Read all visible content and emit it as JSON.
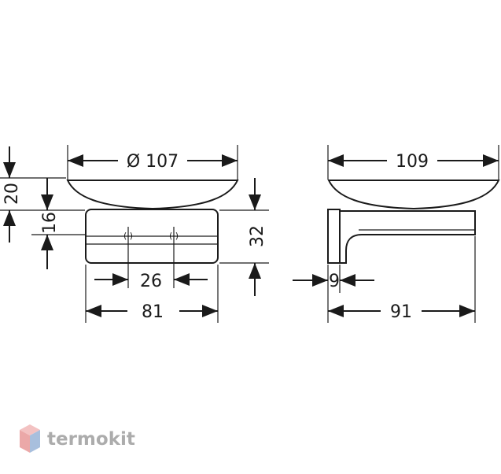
{
  "drawing": {
    "front_view": {
      "diameter_top": "Ø 107",
      "bracket_width": "81",
      "holes_spacing": "26",
      "overall_height": "20",
      "dish_to_bracket": "16",
      "bracket_height": "32"
    },
    "side_view": {
      "dish_width": "109",
      "wall_plate": "9",
      "projection": "91"
    }
  },
  "watermark": {
    "brand": "termokit"
  },
  "colors": {
    "line": "#1a1a1a",
    "watermark_red": "#e8a0a0",
    "watermark_blue": "#9ab4d8",
    "watermark_text": "#9e9e9e"
  }
}
